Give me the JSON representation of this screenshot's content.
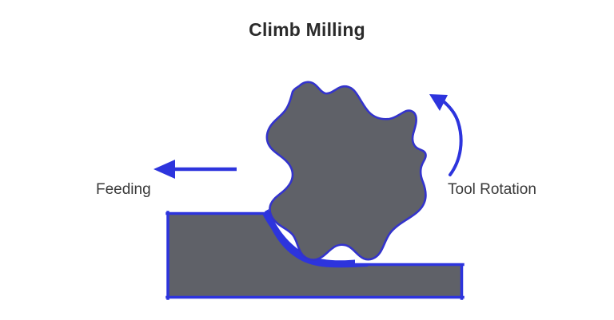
{
  "figure": {
    "title": "Climb Milling",
    "background_color": "#ffffff",
    "title_color": "#2b2b2b"
  },
  "colors": {
    "metal_gray": "#5f6168",
    "accent_blue": "#2d34dd",
    "outline_blue": "#3333cc",
    "label_text": "#3a3a3a"
  },
  "labels": {
    "feeding": "Feeding",
    "tool_rotation": "Tool Rotation"
  },
  "annotations": {
    "feed_arrow": {
      "name": "feed-direction-arrow",
      "direction": "left",
      "color": "#2d34dd"
    },
    "rotation_arrow": {
      "name": "tool-rotation-arrow",
      "direction": "counterclockwise",
      "color": "#2d34dd"
    }
  },
  "parts": {
    "cutter": "milling-cutter",
    "workpiece": "workpiece-block",
    "chip": "uncut-chip-region"
  }
}
